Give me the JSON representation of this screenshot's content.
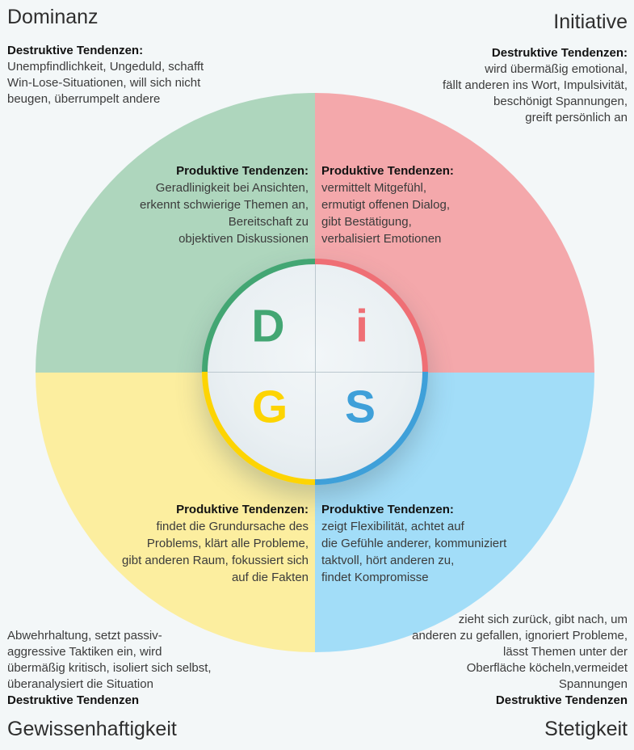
{
  "colors": {
    "bg": "#f3f7f8",
    "dominanz-fill": "#aed6bd",
    "dominanz-accent": "#43a673",
    "initiative-fill": "#f4a8ab",
    "initiative-accent": "#ef6f75",
    "gewissenhaftigkeit-fill": "#fcee9f",
    "gewissenhaftigkeit-accent": "#fdd402",
    "stetigkeit-fill": "#a2ddf8",
    "stetigkeit-accent": "#3fa0d9"
  },
  "quadrants": {
    "dominanz": {
      "title": "Dominanz",
      "letter": "D",
      "destructive_label": "Destruktive Tendenzen:",
      "destructive_text": "Unempfindlichkeit, Ungeduld, schafft\nWin-Lose-Situationen, will sich nicht\nbeugen, überrumpelt andere",
      "productive_label": "Produktive Tendenzen:",
      "productive_text": "Geradlinigkeit bei Ansichten,\nerkennt schwierige Themen an,\nBereitschaft zu\nobjektiven Diskussionen"
    },
    "initiative": {
      "title": "Initiative",
      "letter": "i",
      "destructive_label": "Destruktive Tendenzen:",
      "destructive_text": "wird übermäßig emotional,\nfällt anderen ins Wort, Impulsivität,\nbeschönigt Spannungen,\ngreift persönlich an",
      "productive_label": "Produktive Tendenzen:",
      "productive_text": "vermittelt Mitgefühl,\nermutigt offenen Dialog,\ngibt Bestätigung,\nverbalisiert Emotionen"
    },
    "gewissenhaftigkeit": {
      "title": "Gewissenhaftigkeit",
      "letter": "G",
      "destructive_label": "Destruktive Tendenzen",
      "destructive_text": "Abwehrhaltung, setzt passiv-\naggressive Taktiken ein, wird\nübermäßig kritisch, isoliert sich selbst,\nüberanalysiert die Situation",
      "productive_label": "Produktive Tendenzen:",
      "productive_text": "findet die Grundursache des\nProblems, klärt alle Probleme,\ngibt anderen Raum, fokussiert sich\nauf die Fakten"
    },
    "stetigkeit": {
      "title": "Stetigkeit",
      "letter": "S",
      "destructive_label": "Destruktive Tendenzen",
      "destructive_text": "zieht sich zurück, gibt nach, um\nanderen zu gefallen, ignoriert Probleme,\nlässt Themen unter der\nOberfläche köcheln,vermeidet\nSpannungen",
      "productive_label": "Produktive Tendenzen:",
      "productive_text": "zeigt Flexibilität, achtet auf\ndie Gefühle anderer, kommuniziert\ntaktvoll, hört anderen zu,\nfindet Kompromisse"
    }
  }
}
